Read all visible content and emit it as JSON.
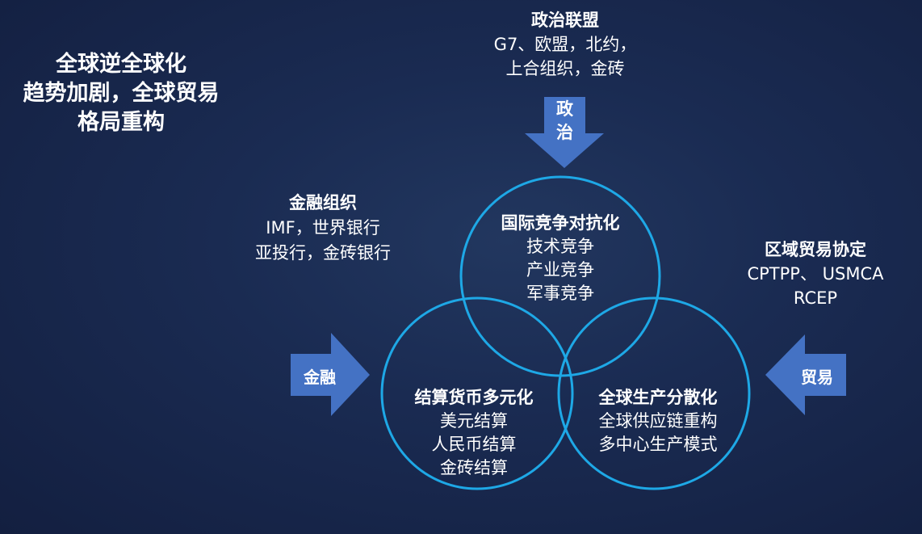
{
  "title": {
    "lines": [
      "全球逆全球化",
      "趋势加剧，全球贸易",
      "格局重构"
    ]
  },
  "arrows": {
    "politics": {
      "label_1": "政",
      "label_2": "治"
    },
    "finance": {
      "label": "金融"
    },
    "trade": {
      "label": "贸易"
    }
  },
  "politics_block": {
    "heading": "政治联盟",
    "lines": [
      "G7、欧盟，北约，",
      "上合组织，金砖"
    ]
  },
  "finance_block": {
    "heading": "金融组织",
    "lines": [
      "IMF，世界银行",
      "亚投行，金砖银行"
    ]
  },
  "trade_block": {
    "heading": "区域贸易协定",
    "lines": [
      "CPTPP、 USMCA",
      "RCEP"
    ]
  },
  "circles": {
    "top": {
      "heading": "国际竞争对抗化",
      "lines": [
        "技术竞争",
        "产业竞争",
        "军事竞争"
      ]
    },
    "left": {
      "heading": "结算货币多元化",
      "lines": [
        "美元结算",
        "人民币结算",
        "金砖结算"
      ]
    },
    "right": {
      "heading": "全球生产分散化",
      "lines": [
        "全球供应链重构",
        "多中心生产模式"
      ]
    }
  },
  "colors": {
    "circle": "#1ea8e6",
    "arrow": "#4472c4",
    "background": "#172749"
  }
}
